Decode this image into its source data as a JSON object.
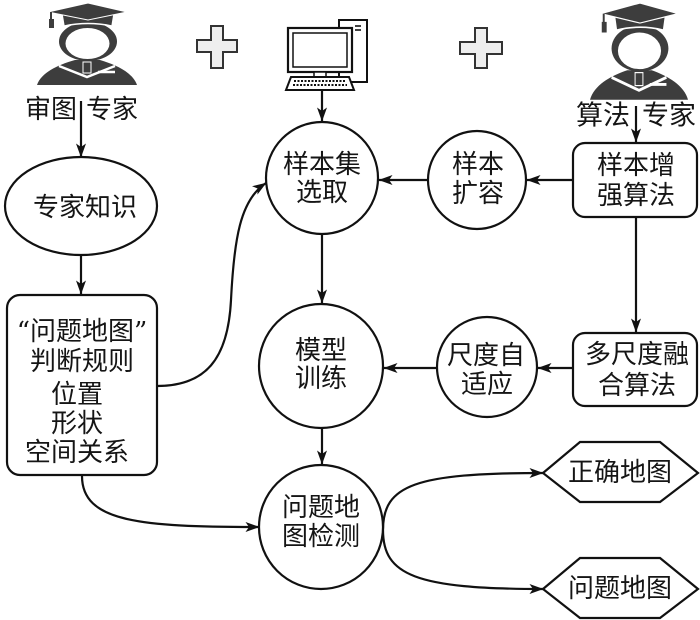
{
  "colors": {
    "line": "#111111",
    "icon": "#3d3d3d",
    "plus_fill": "#eeeeee",
    "background": "#ffffff"
  },
  "actors": {
    "review_expert": {
      "icon": "graduate-icon",
      "label": [
        "审图",
        "专家"
      ]
    },
    "computer": {
      "icon": "computer-icon"
    },
    "algorithm_expert": {
      "icon": "graduate-icon",
      "label": [
        "算法",
        "专家"
      ]
    },
    "operators": [
      "plus-icon",
      "plus-icon"
    ]
  },
  "nodes": {
    "expert_knowledge": {
      "shape": "ellipse",
      "lines": [
        "专家知识"
      ]
    },
    "judgment_rules": {
      "shape": "rounded-rect",
      "lines": [
        "“问题地图”",
        "判断规则",
        "位置",
        "形状",
        "空间关系"
      ]
    },
    "sample_set_selection": {
      "shape": "circle",
      "lines": [
        "样本集",
        "选取"
      ]
    },
    "sample_expansion": {
      "shape": "circle",
      "lines": [
        "样本",
        "扩容"
      ]
    },
    "sample_augmentation_algorithm": {
      "shape": "rounded-rect",
      "lines": [
        "样本增",
        "强算法"
      ]
    },
    "model_training": {
      "shape": "circle",
      "lines": [
        "模型",
        "训练"
      ]
    },
    "scale_adaptation": {
      "shape": "circle",
      "lines": [
        "尺度自",
        "适应"
      ]
    },
    "multiscale_fusion_algorithm": {
      "shape": "rounded-rect",
      "lines": [
        "多尺度融",
        "合算法"
      ]
    },
    "problem_map_detection": {
      "shape": "circle",
      "lines": [
        "问题地",
        "图检测"
      ]
    },
    "correct_map": {
      "shape": "hexagon",
      "lines": [
        "正确地图"
      ]
    },
    "problem_map": {
      "shape": "hexagon",
      "lines": [
        "问题地图"
      ]
    }
  },
  "edges": [
    {
      "from": "review_expert",
      "to": "expert_knowledge"
    },
    {
      "from": "expert_knowledge",
      "to": "judgment_rules"
    },
    {
      "from": "judgment_rules",
      "to": "sample_set_selection"
    },
    {
      "from": "judgment_rules",
      "to": "problem_map_detection"
    },
    {
      "from": "computer",
      "to": "sample_set_selection"
    },
    {
      "from": "algorithm_expert",
      "to": "sample_augmentation_algorithm"
    },
    {
      "from": "sample_augmentation_algorithm",
      "to": "sample_expansion"
    },
    {
      "from": "sample_expansion",
      "to": "sample_set_selection"
    },
    {
      "from": "sample_augmentation_algorithm",
      "to": "multiscale_fusion_algorithm"
    },
    {
      "from": "multiscale_fusion_algorithm",
      "to": "scale_adaptation"
    },
    {
      "from": "scale_adaptation",
      "to": "model_training"
    },
    {
      "from": "sample_set_selection",
      "to": "model_training"
    },
    {
      "from": "model_training",
      "to": "problem_map_detection"
    },
    {
      "from": "problem_map_detection",
      "to": "correct_map"
    },
    {
      "from": "problem_map_detection",
      "to": "problem_map"
    }
  ]
}
